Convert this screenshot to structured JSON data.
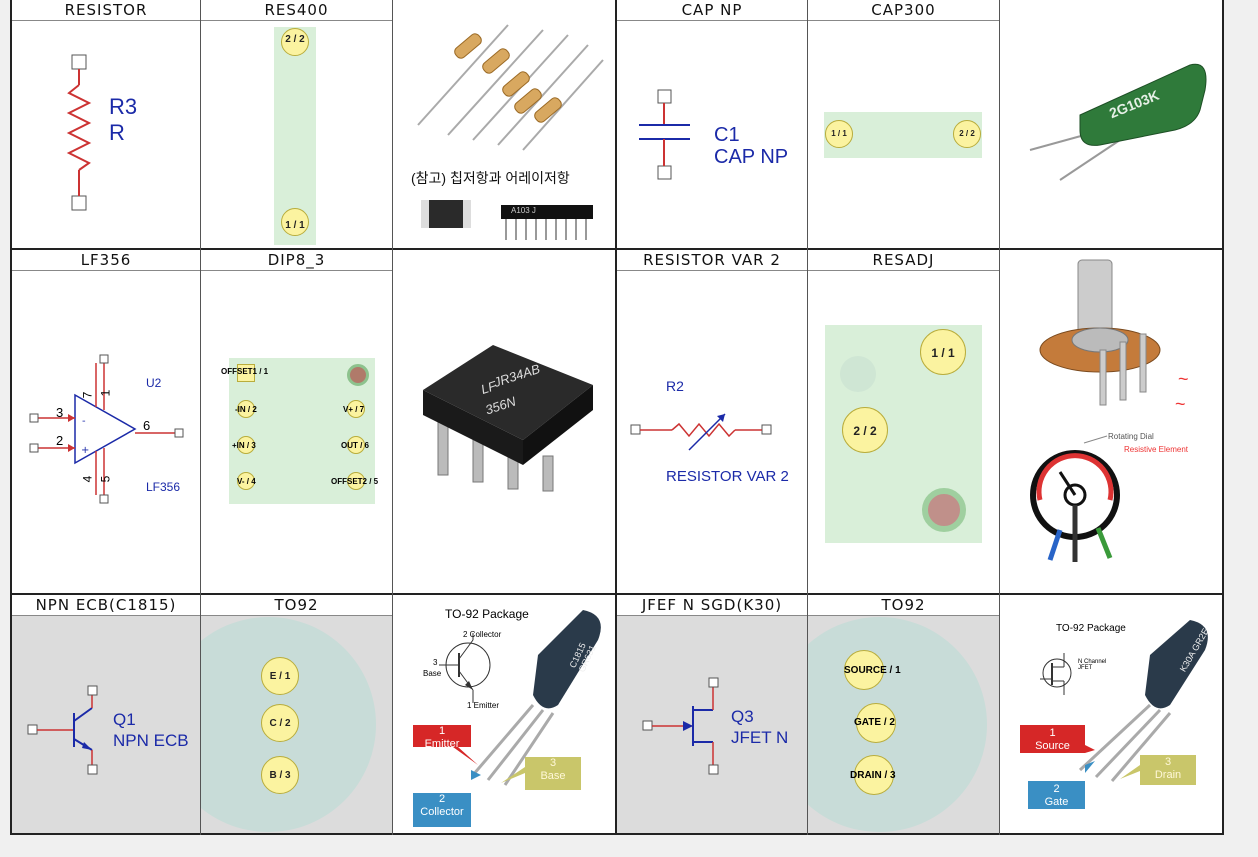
{
  "row1": {
    "resistor_title": "RESISTOR",
    "resistor_ref": "R3",
    "resistor_val": "R",
    "res400_title": "RES400",
    "res400_pad_top": "2 / 2",
    "res400_pad_bottom": "1 / 1",
    "chip_note": "(참고) 칩저항과 어레이저항",
    "array_marking": "A103 J",
    "cap_title": "CAP NP",
    "cap_ref": "C1",
    "cap_val": "CAP NP",
    "cap300_title": "CAP300",
    "cap300_pad_left": "1 / 1",
    "cap300_pad_right": "2 / 2",
    "cap_photo_marking": "2G103K"
  },
  "row2": {
    "lf356_title": "LF356",
    "lf356_ref": "U2",
    "lf356_val": "LF356",
    "pin3": "3",
    "pin2": "2",
    "pin6": "6",
    "pin7": "7",
    "pin1": "1",
    "pin4": "4",
    "pin5": "5",
    "dip_title": "DIP8_3",
    "dip_pins": [
      "OFFSET1 / 1",
      "-IN / 2",
      "+IN / 3",
      "V- / 4",
      "",
      "V+ / 7",
      "OUT / 6",
      "OFFSET2 / 5"
    ],
    "ic_marking_1": "JR34AB",
    "ic_marking_2": "LF",
    "ic_marking_3": "356N",
    "var_title": "RESISTOR VAR 2",
    "var_ref": "R2",
    "var_val": "RESISTOR VAR 2",
    "resadj_title": "RESADJ",
    "resadj_pad1": "1 / 1",
    "resadj_pad2": "2 / 2",
    "pot_label_dial": "Rotating Dial",
    "pot_label_element": "Resistive Element"
  },
  "row3": {
    "npn_title": "NPN ECB(C1815)",
    "npn_ref": "Q1",
    "npn_val": "NPN ECB",
    "to92_title": "TO92",
    "to92_pads": [
      "E / 1",
      "C / 2",
      "B / 3"
    ],
    "pkg_title": "TO-92 Package",
    "pkg_collector": "2 Collector",
    "pkg_base": "Base",
    "pkg_base_num": "3",
    "pkg_emitter": "1 Emitter",
    "pkg_marking": "C1815 GR631",
    "callout_emitter_num": "1",
    "callout_emitter": "Emitter",
    "callout_collector_num": "2",
    "callout_collector": "Collector",
    "callout_base_num": "3",
    "callout_base": "Base",
    "jfet_title": "JFEF N SGD(K30)",
    "jfet_ref": "Q3",
    "jfet_val": "JFET N",
    "to92b_title": "TO92",
    "to92b_pads": [
      "SOURCE / 1",
      "GATE / 2",
      "DRAIN / 3"
    ],
    "pkg2_title": "TO-92 Package",
    "pkg2_desc": "N Channel JFET",
    "pkg2_marking": "K30A GR2E",
    "callout_source_num": "1",
    "callout_source": "Source",
    "callout_gate_num": "2",
    "callout_gate": "Gate",
    "callout_drain_num": "3",
    "callout_drain": "Drain"
  }
}
